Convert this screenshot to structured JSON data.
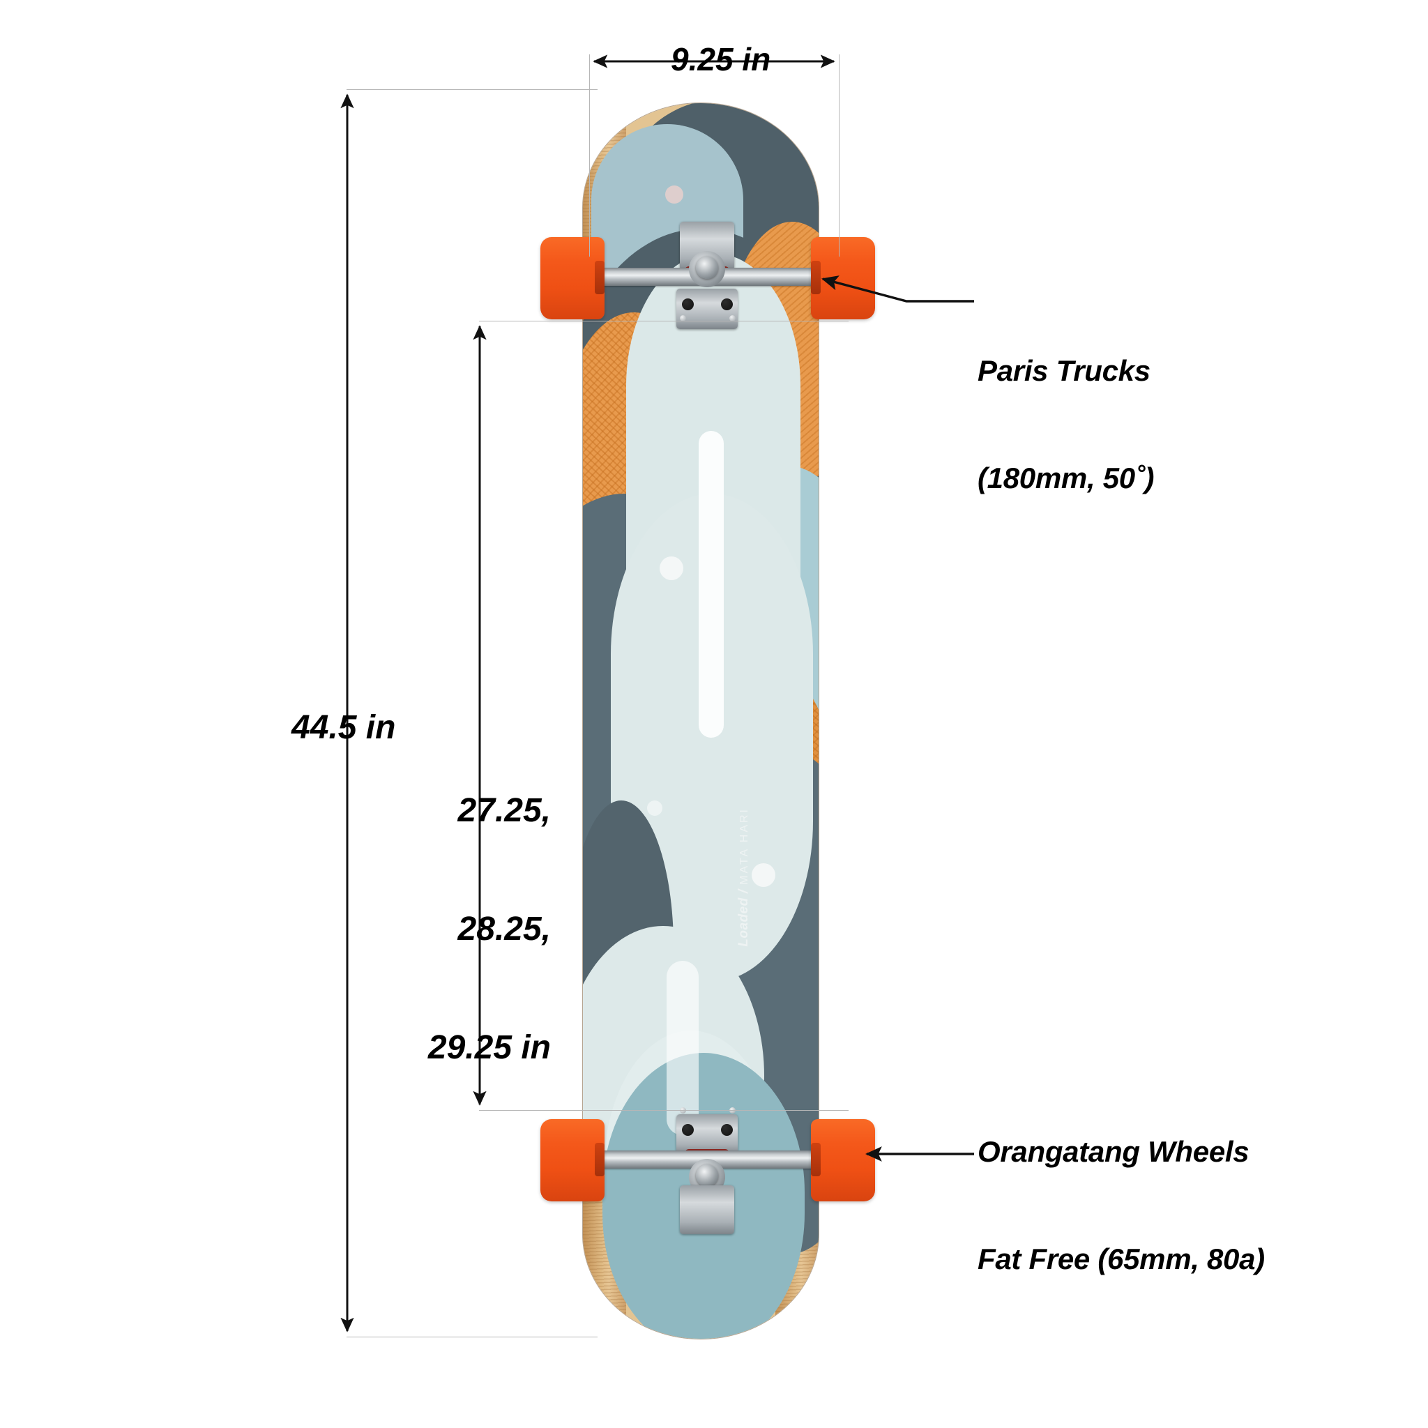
{
  "diagram": {
    "title": "Loaded Mata Hari Longboard Complete — Dimension Diagram",
    "background_color": "#ffffff",
    "product": {
      "brand": "Loaded",
      "model": "MATA HARI",
      "deck_brand_text": "Loaded",
      "deck_model_text": "MATA HARI",
      "separator": "/"
    },
    "dimensions": {
      "width": {
        "label": "9.25 in",
        "value": 9.25,
        "unit": "in",
        "orientation": "horizontal",
        "measures": "deck width"
      },
      "length": {
        "label": "44.5 in",
        "value": 44.5,
        "unit": "in",
        "orientation": "vertical",
        "measures": "overall deck length"
      },
      "wheelbase": {
        "label": "27.25,\n28.25,\n29.25 in",
        "line1": "27.25,",
        "line2": "28.25,",
        "line3": "29.25 in",
        "values": [
          27.25,
          28.25,
          29.25
        ],
        "unit": "in",
        "orientation": "vertical",
        "measures": "adjustable wheelbase options"
      }
    },
    "callouts": [
      {
        "id": "trucks",
        "line1": "Paris Trucks",
        "line2": "(180mm, 50˚)",
        "component": "trucks",
        "brand": "Paris",
        "width_mm": 180,
        "angle_deg": 50,
        "points_to": "upper-right-wheel"
      },
      {
        "id": "wheels",
        "line1": "Orangatang Wheels",
        "line2": "Fat Free (65mm, 80a)",
        "component": "wheels",
        "brand": "Orangatang",
        "model": "Fat Free",
        "diameter_mm": 65,
        "durometer": "80a",
        "points_to": "lower-right-wheel"
      }
    ],
    "colors": {
      "wheel_orange": "#f4581a",
      "deck_slate": "#5a6d77",
      "deck_slate_dark": "#4f6069",
      "deck_mint": "#dde9e9",
      "deck_lightblue": "#a9ccd4",
      "deck_teal_tail": "#8fb8c1",
      "deck_cork_orange": "#e0913f",
      "bamboo_wood": "#e0bb85",
      "truck_silver": "#c9ced1",
      "dimension_line": "#b6b6b6",
      "arrow_black": "#111111",
      "text_black": "#000000"
    }
  }
}
